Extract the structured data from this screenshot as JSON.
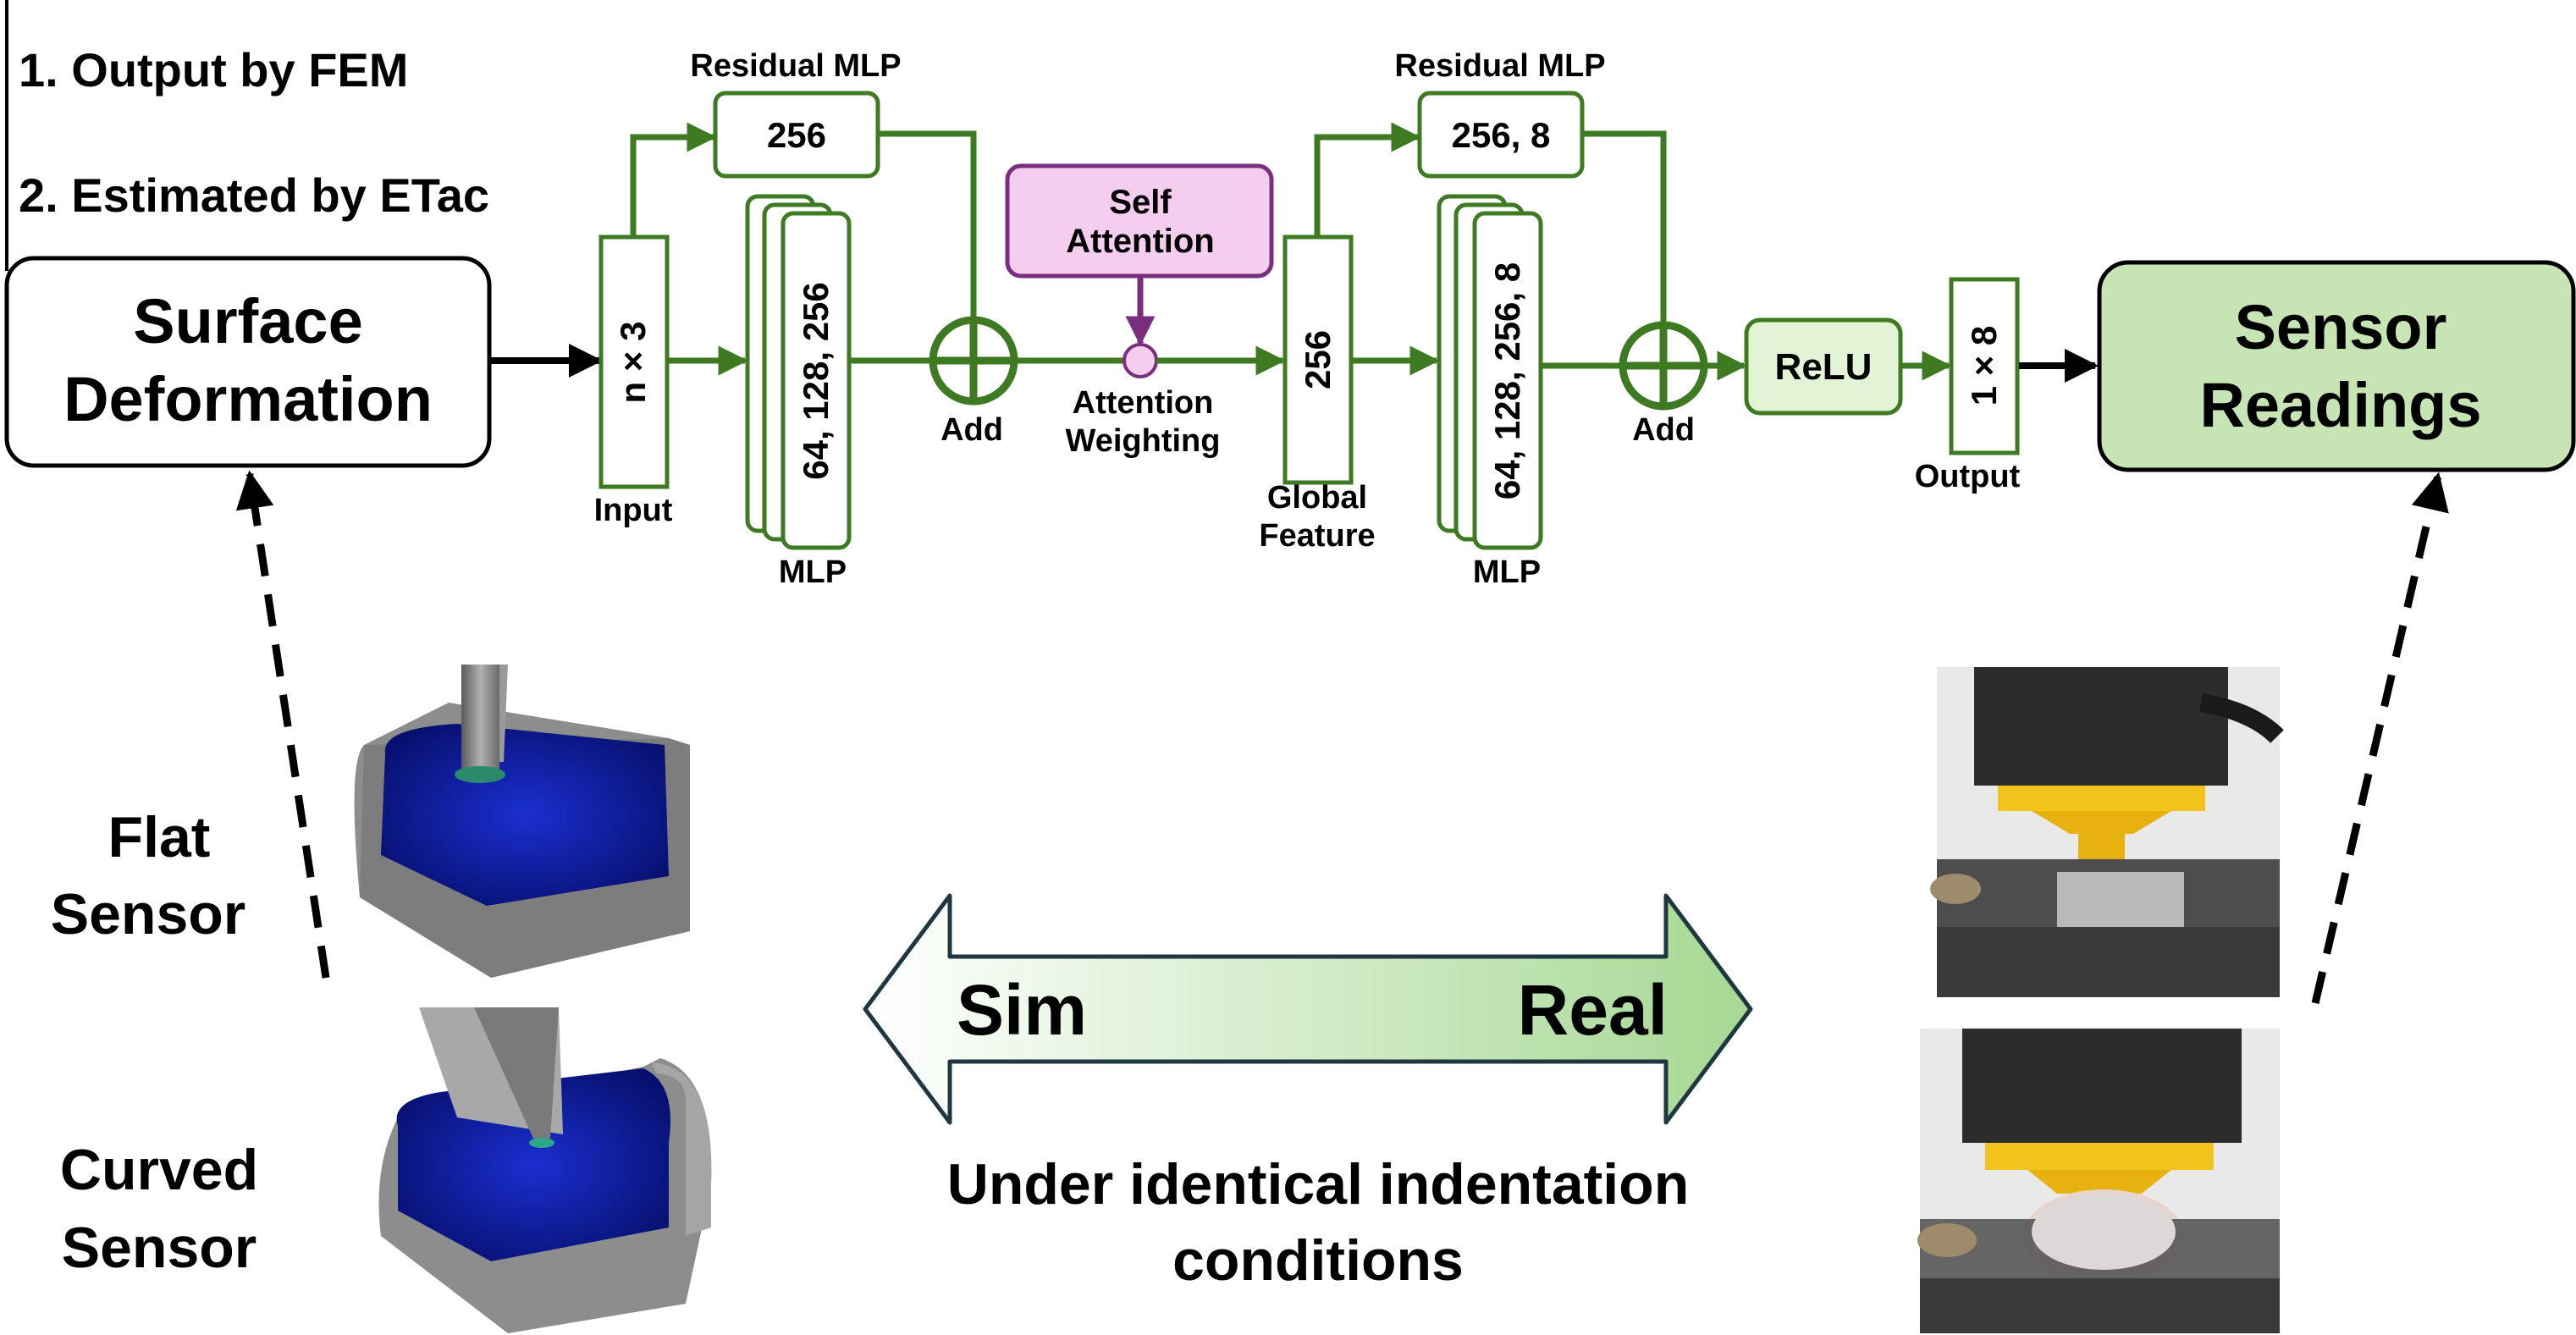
{
  "legend": {
    "item1": "1. Output by FEM",
    "item2": "2. Estimated by ETac"
  },
  "surface_deformation": {
    "line1": "Surface",
    "line2": "Deformation"
  },
  "input": {
    "dims": "n × 3",
    "label": "Input"
  },
  "residual_mlp_1": {
    "title": "Residual MLP",
    "dims": "256"
  },
  "mlp_1": {
    "dims": "64, 128, 256",
    "label": "MLP"
  },
  "add_1": {
    "label": "Add"
  },
  "self_attention": {
    "line1": "Self",
    "line2": "Attention"
  },
  "attention_weighting": {
    "line1": "Attention",
    "line2": "Weighting"
  },
  "global_feature": {
    "dims": "256",
    "line1": "Global",
    "line2": "Feature"
  },
  "residual_mlp_2": {
    "title": "Residual MLP",
    "dims": "256, 8"
  },
  "mlp_2": {
    "dims": "64, 128, 256, 8",
    "label": "MLP"
  },
  "add_2": {
    "label": "Add"
  },
  "relu": {
    "label": "ReLU"
  },
  "output": {
    "dims": "1 × 8",
    "label": "Output"
  },
  "sensor_readings": {
    "line1": "Sensor",
    "line2": "Readings"
  },
  "flat_sensor": {
    "line1": "Flat",
    "line2": "Sensor"
  },
  "curved_sensor": {
    "line1": "Curved",
    "line2": "Sensor"
  },
  "sim_real": {
    "left": "Sim",
    "right": "Real"
  },
  "caption": {
    "line1": "Under identical indentation",
    "line2": "conditions"
  },
  "colors": {
    "green": "#3e7a21",
    "green_fill": "#c7e5b4",
    "relu_fill": "#e2f3d6",
    "purple": "#7a2f7e",
    "purple_fill": "#f4cdef",
    "sim_blue": "#0b1a9e",
    "gray": "#8a8a8a"
  },
  "icons": [
    "plus-circle-icon",
    "double-arrow-icon"
  ]
}
